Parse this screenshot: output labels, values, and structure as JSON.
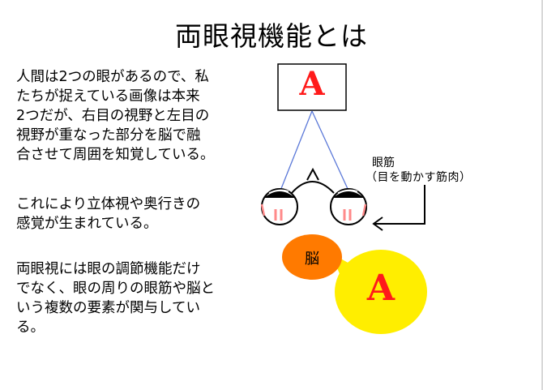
{
  "title": "両眼視機能とは",
  "paragraphs": [
    "人間は2つの眼があるので、私\nたちが捉えている画像は本来\n2つだが、右目の視野と左目の\n視野が重なった部分を脳で融\n合させて周囲を知覚している。",
    "これにより立体視や奥行きの\n感覚が生まれている。",
    "両眼視には眼の調節機能だけ\nでなく、眼の周りの眼筋や脳と\nいう複数の要素が関与してい\nる。"
  ],
  "diagram": {
    "target_letter": "A",
    "eye_muscle_label": "眼筋",
    "eye_muscle_note": "（目を動かす筋肉）",
    "brain_label": "脳",
    "perceived_letter": "A"
  },
  "colors": {
    "letter": "#ff1a1a",
    "sight_line": "#5a78d8",
    "brain": "#ff7a00",
    "bubble": "#ffee00",
    "muscle": "#ff8a8a"
  }
}
